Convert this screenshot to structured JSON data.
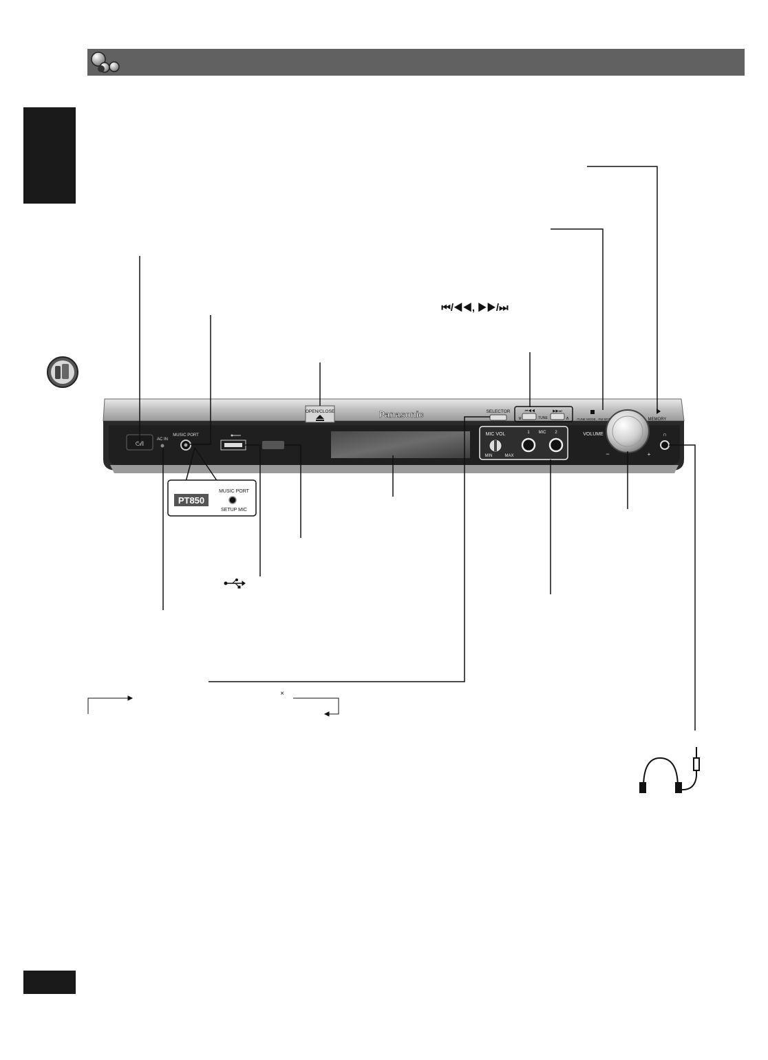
{
  "brand": "Panasonic",
  "model_callout": {
    "badge": "PT850",
    "port_label": "MUSIC PORT",
    "mic_label": "SETUP MIC"
  },
  "panel_labels": {
    "open_close": "OPEN/CLOSE",
    "music_port": "MUSIC PORT",
    "ac_in": "AC IN",
    "selector": "SELECTOR",
    "tune": "TUNE",
    "tune_down": "∨",
    "tune_up": "∧",
    "stop_sub": "-TUNE MODE, -FM MODE",
    "memory": "MEMORY",
    "volume": "VOLUME",
    "vol_minus": "−",
    "vol_plus": "+",
    "mic_vol": "MIC VOL",
    "mic": "MIC",
    "mic1": "1",
    "mic2": "2",
    "min": "MIN",
    "max": "MAX",
    "power_symbol": "⏻/I"
  },
  "skip_search_symbols": "⏮/◀◀, ▶▶/⏭",
  "multiply_sign": "×",
  "colors": {
    "header_bar": "#616161",
    "tab_dark": "#1a1a1a",
    "panel_dark": "#2a2a2a",
    "panel_silver": "#c9c9c9",
    "badge_bg": "#555555"
  },
  "icons": [
    "circles-logo-icon",
    "speaker-system-icon",
    "usb-icon",
    "headphones-icon",
    "eject-icon",
    "stop-icon",
    "play-pause-icon",
    "headphone-jack-icon"
  ]
}
